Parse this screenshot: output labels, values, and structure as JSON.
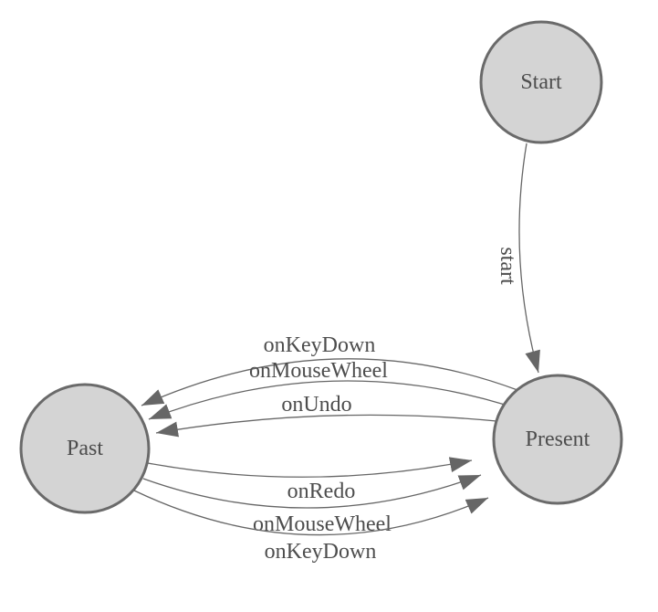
{
  "colors": {
    "background": "#ffffff",
    "node_fill": "#d4d4d4",
    "node_stroke": "#6a6a6a",
    "edge_stroke": "#666666",
    "arrow_fill": "#666666",
    "label_text": "#4d4d4d"
  },
  "nodes": [
    {
      "id": "start",
      "label": "Start"
    },
    {
      "id": "present",
      "label": "Present"
    },
    {
      "id": "past",
      "label": "Past"
    }
  ],
  "edges": [
    {
      "from": "start",
      "to": "present",
      "label": "start"
    },
    {
      "from": "present",
      "to": "past",
      "label": "onKeyDown"
    },
    {
      "from": "present",
      "to": "past",
      "label": "onMouseWheel"
    },
    {
      "from": "present",
      "to": "past",
      "label": "onUndo"
    },
    {
      "from": "past",
      "to": "present",
      "label": "onRedo"
    },
    {
      "from": "past",
      "to": "present",
      "label": "onMouseWheel"
    },
    {
      "from": "past",
      "to": "present",
      "label": "onKeyDown"
    }
  ]
}
